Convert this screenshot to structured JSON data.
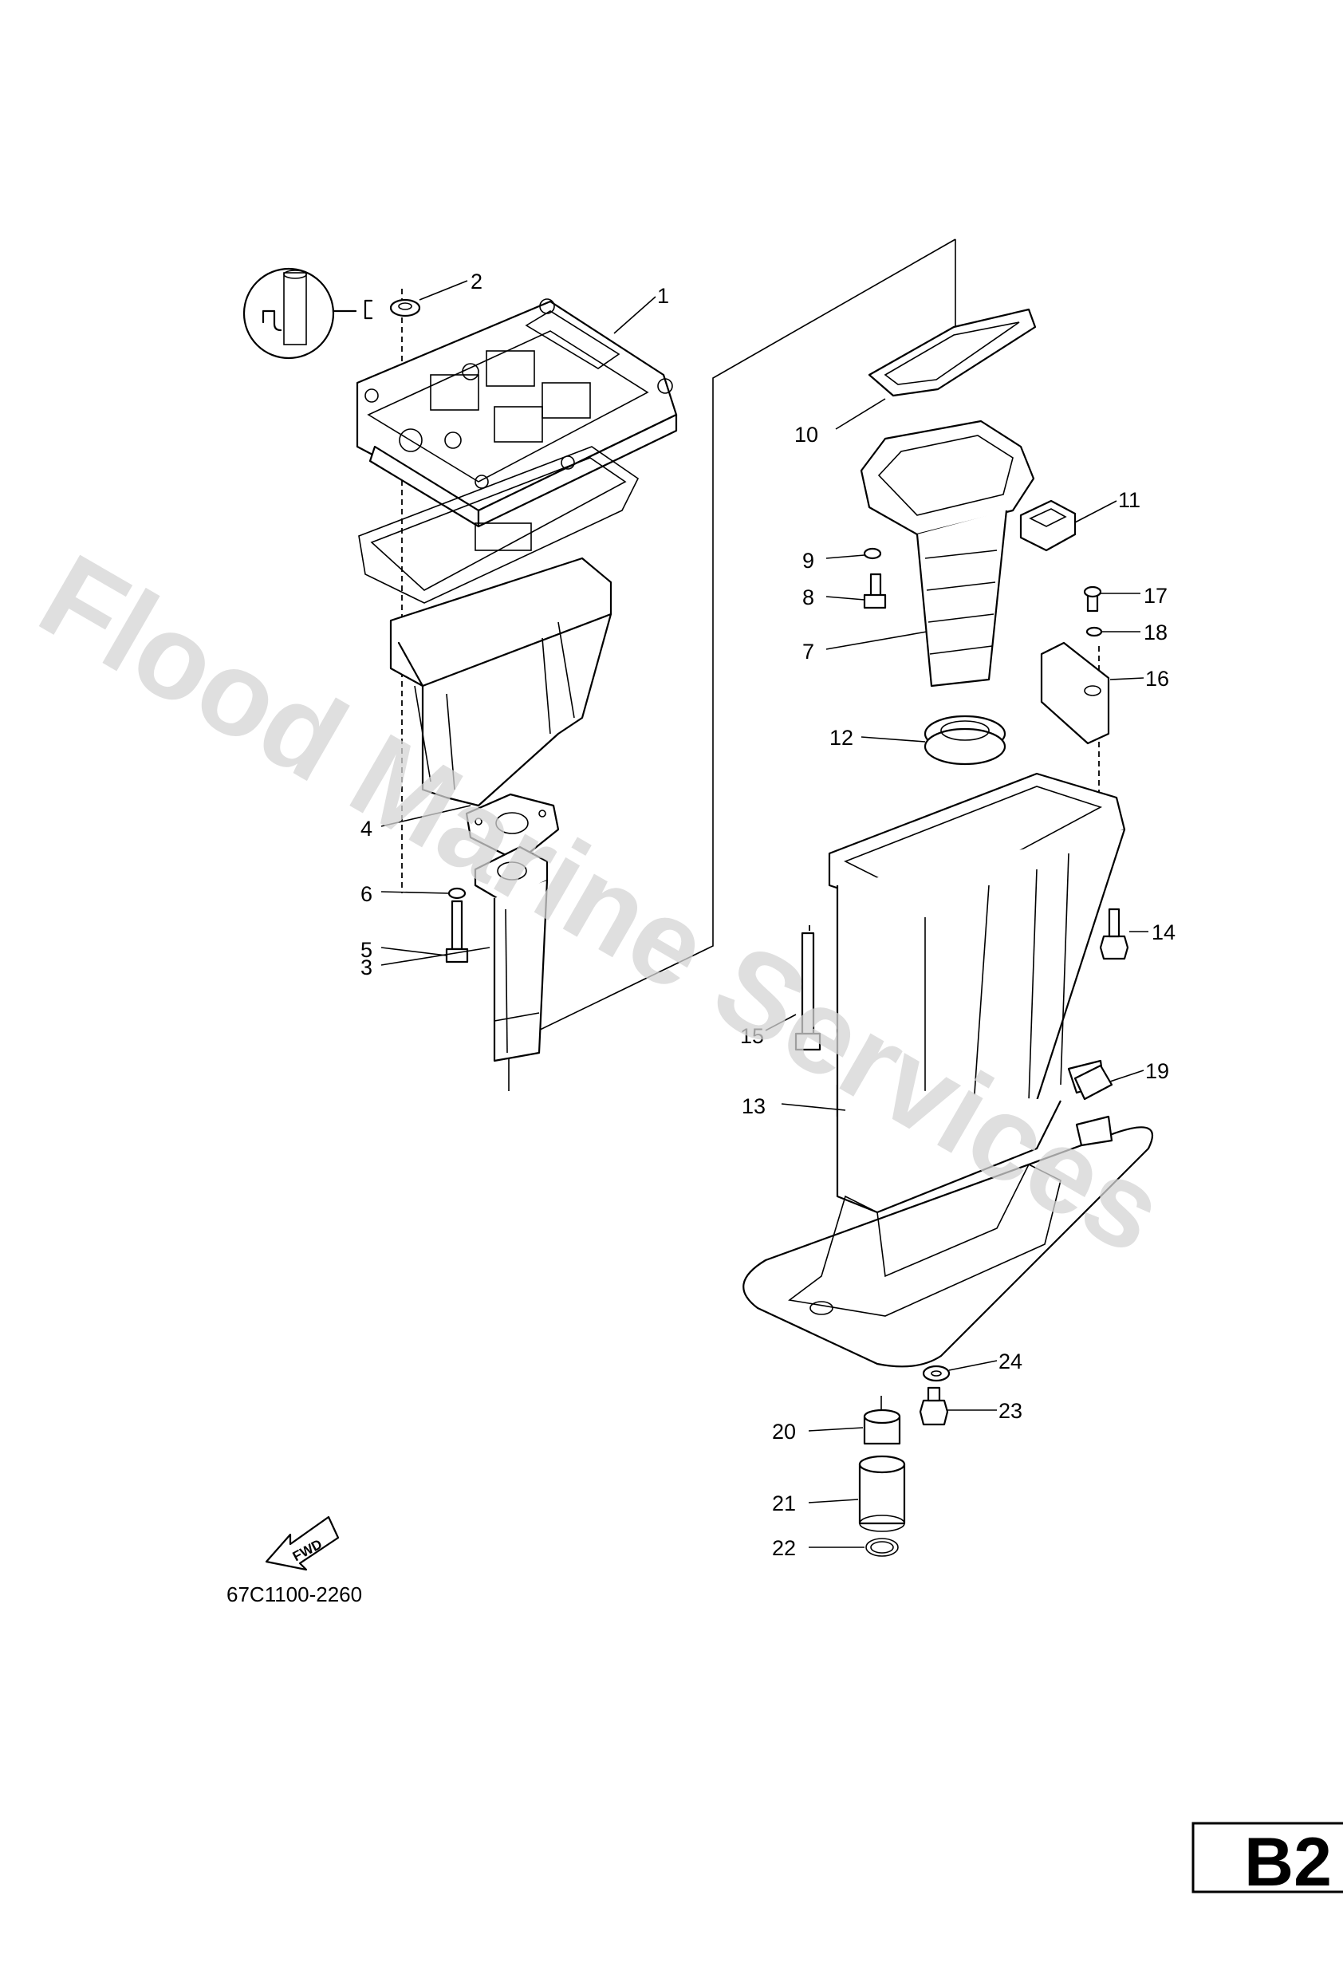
{
  "watermark": "Flood Marine Services",
  "diagram_code": "67C1100-2260",
  "page_label": "B2",
  "fwd_label": "FWD",
  "callouts": [
    {
      "n": "1"
    },
    {
      "n": "2"
    },
    {
      "n": "3"
    },
    {
      "n": "4"
    },
    {
      "n": "5"
    },
    {
      "n": "6"
    },
    {
      "n": "7"
    },
    {
      "n": "8"
    },
    {
      "n": "9"
    },
    {
      "n": "10"
    },
    {
      "n": "11"
    },
    {
      "n": "12"
    },
    {
      "n": "13"
    },
    {
      "n": "14"
    },
    {
      "n": "15"
    },
    {
      "n": "16"
    },
    {
      "n": "17"
    },
    {
      "n": "18"
    },
    {
      "n": "19"
    },
    {
      "n": "20"
    },
    {
      "n": "21"
    },
    {
      "n": "22"
    },
    {
      "n": "23"
    },
    {
      "n": "24"
    }
  ]
}
